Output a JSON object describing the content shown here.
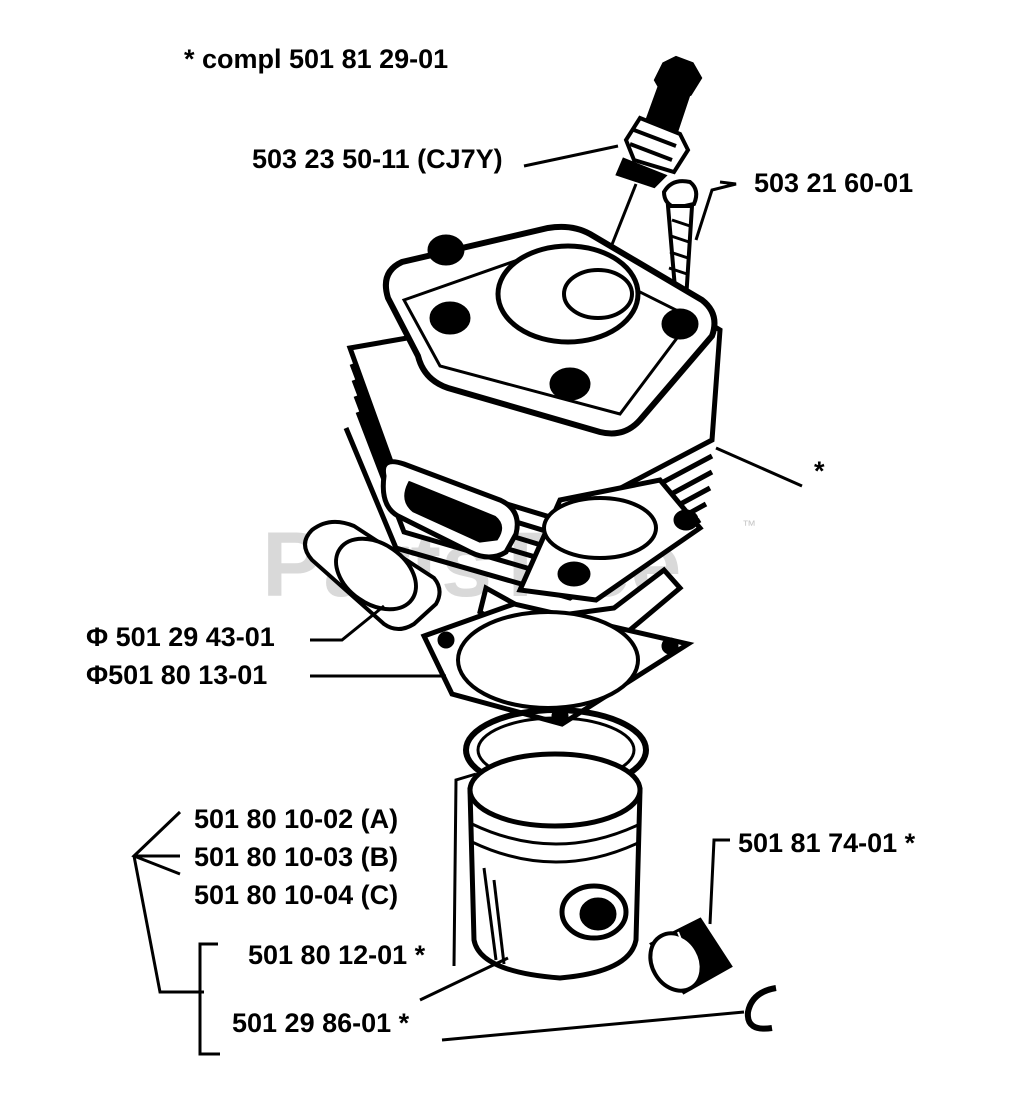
{
  "watermark": {
    "text": "PartsTree",
    "trademark": "™"
  },
  "labels": {
    "compl": "*  compl 501 81 29-01",
    "spark_plug": "503 23 50-11 (CJ7Y)",
    "screw": "503 21 60-01",
    "cylinder_star": "*",
    "gasket_1": "Φ 501 29 43-01",
    "gasket_2": "Φ501 80 13-01",
    "piston_a": "501 80 10-02 (A)",
    "piston_b": "501 80 10-03 (B)",
    "piston_c": "501 80 10-04 (C)",
    "ring": "501 80 12-01  *",
    "piston_assy": "501 29 86-01  *",
    "bearing": "501 81 74-01  *"
  },
  "colors": {
    "ink": "#000000",
    "watermark": "#d9d9d9",
    "background": "#ffffff"
  }
}
